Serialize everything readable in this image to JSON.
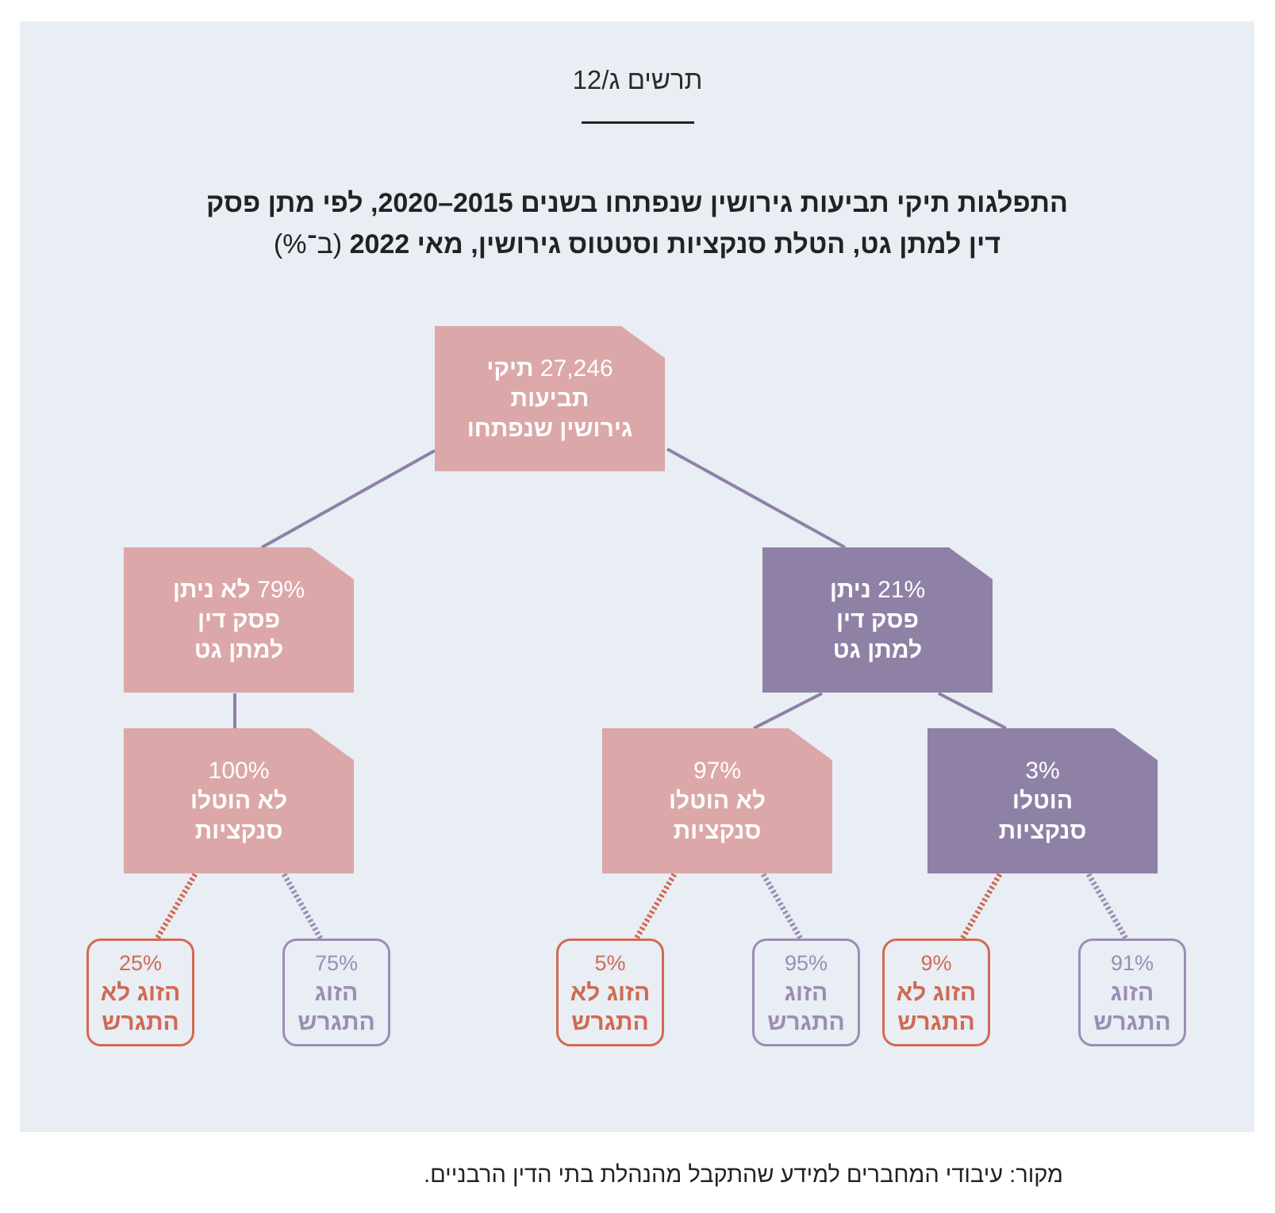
{
  "figure_label": "תרשים ג/12",
  "title": {
    "line1": "התפלגות תיקי תביעות גירושין שנפתחו בשנים 2015–2020, לפי מתן פסק",
    "line2_bold": "דין למתן גט, הטלת סנקציות וסטטוס גירושין, מאי 2022",
    "line2_unit": "(ב־%)"
  },
  "colors": {
    "pink_box": "#dca7a8",
    "purple_box": "#8f80a6",
    "orange_outline": "#d06a52",
    "violet_outline": "#9b8db3",
    "connector": "#8f80a6"
  },
  "tree": {
    "root": {
      "value": "27,246",
      "label1": "תיקי",
      "label2": "תביעות",
      "label3": "גירושין שנפתחו"
    },
    "not_granted": {
      "value": "79%",
      "label1": "לא ניתן",
      "label2": "פסק דין",
      "label3": "למתן גט"
    },
    "granted": {
      "value": "21%",
      "label1": "ניתן",
      "label2": "פסק דין",
      "label3": "למתן גט"
    },
    "ng_no_sanctions": {
      "value": "100%",
      "label1": "לא הוטלו",
      "label2": "סנקציות"
    },
    "g_no_sanctions": {
      "value": "97%",
      "label1": "לא הוטלו",
      "label2": "סנקציות"
    },
    "g_sanctions": {
      "value": "3%",
      "label1": "הוטלו",
      "label2": "סנקציות"
    },
    "leaves": [
      {
        "value": "25%",
        "label1": "הזוג לא",
        "label2": "התגרש"
      },
      {
        "value": "75%",
        "label1": "הזוג",
        "label2": "התגרש"
      },
      {
        "value": "5%",
        "label1": "הזוג לא",
        "label2": "התגרש"
      },
      {
        "value": "95%",
        "label1": "הזוג",
        "label2": "התגרש"
      },
      {
        "value": "9%",
        "label1": "הזוג לא",
        "label2": "התגרש"
      },
      {
        "value": "91%",
        "label1": "הזוג",
        "label2": "התגרש"
      }
    ]
  },
  "source": "מקור: עיבודי המחברים למידע שהתקבל מהנהלת בתי הדין הרבניים."
}
